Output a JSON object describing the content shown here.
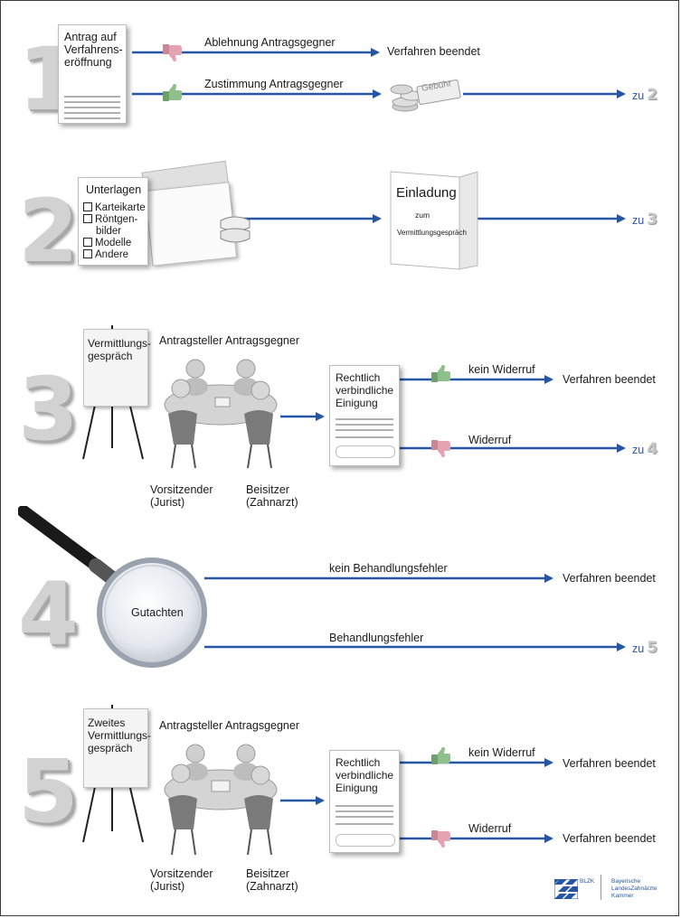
{
  "steps": {
    "s1": {
      "number": "1",
      "doc_title": "Antrag auf Verfahrens-eröffnung",
      "reject_label": "Ablehnung Antragsgegner",
      "approve_label": "Zustimmung Antragsgegner",
      "end_label": "Verfahren beendet",
      "fee_label": "Gebühr",
      "next_text": "zu",
      "next_number": "2"
    },
    "s2": {
      "number": "2",
      "docs_title": "Unterlagen",
      "checklist": [
        "Karteikarte",
        "Röntgen-",
        "bilder",
        "Modelle",
        "Andere"
      ],
      "invite_title": "Einladung",
      "invite_zum": "zum",
      "invite_sub": "Vermittlungsgespräch",
      "next_text": "zu",
      "next_number": "3"
    },
    "s3": {
      "number": "3",
      "easel_line1": "Vermittlungs-",
      "easel_line2": "gespräch",
      "applicant": "Antragsteller",
      "opponent": "Antragsgegner",
      "chair_line1": "Vorsitzender",
      "chair_line2": "(Jurist)",
      "assessor_line1": "Beisitzer",
      "assessor_line2": "(Zahnarzt)",
      "agreement_line1": "Rechtlich",
      "agreement_line2": "verbindliche",
      "agreement_line3": "Einigung",
      "no_objection": "kein Widerruf",
      "objection": "Widerruf",
      "end_label": "Verfahren beendet",
      "next_text": "zu",
      "next_number": "4"
    },
    "s4": {
      "number": "4",
      "lens_label": "Gutachten",
      "no_error": "kein Behandlungsfehler",
      "error": "Behandlungsfehler",
      "end_label": "Verfahren beendet",
      "next_text": "zu",
      "next_number": "5"
    },
    "s5": {
      "number": "5",
      "easel_line1": "Zweites",
      "easel_line2": "Vermittlungs-",
      "easel_line3": "gespräch",
      "applicant": "Antragsteller",
      "opponent": "Antragsgegner",
      "chair_line1": "Vorsitzender",
      "chair_line2": "(Jurist)",
      "assessor_line1": "Beisitzer",
      "assessor_line2": "(Zahnarzt)",
      "agreement_line1": "Rechtlich",
      "agreement_line2": "verbindliche",
      "agreement_line3": "Einigung",
      "no_objection": "kein Widerruf",
      "objection": "Widerruf",
      "end_label_1": "Verfahren beendet",
      "end_label_2": "Verfahren beendet"
    }
  },
  "logo": {
    "abbr": "BLZK",
    "line1": "Bayerische",
    "line2": "LandesZahnärzte",
    "line3": "Kammer"
  },
  "colors": {
    "arrow": "#2456a4",
    "thumb_up": "#8fbf8a",
    "thumb_down": "#e4a3b1",
    "step_number": "#d2d2d2"
  }
}
